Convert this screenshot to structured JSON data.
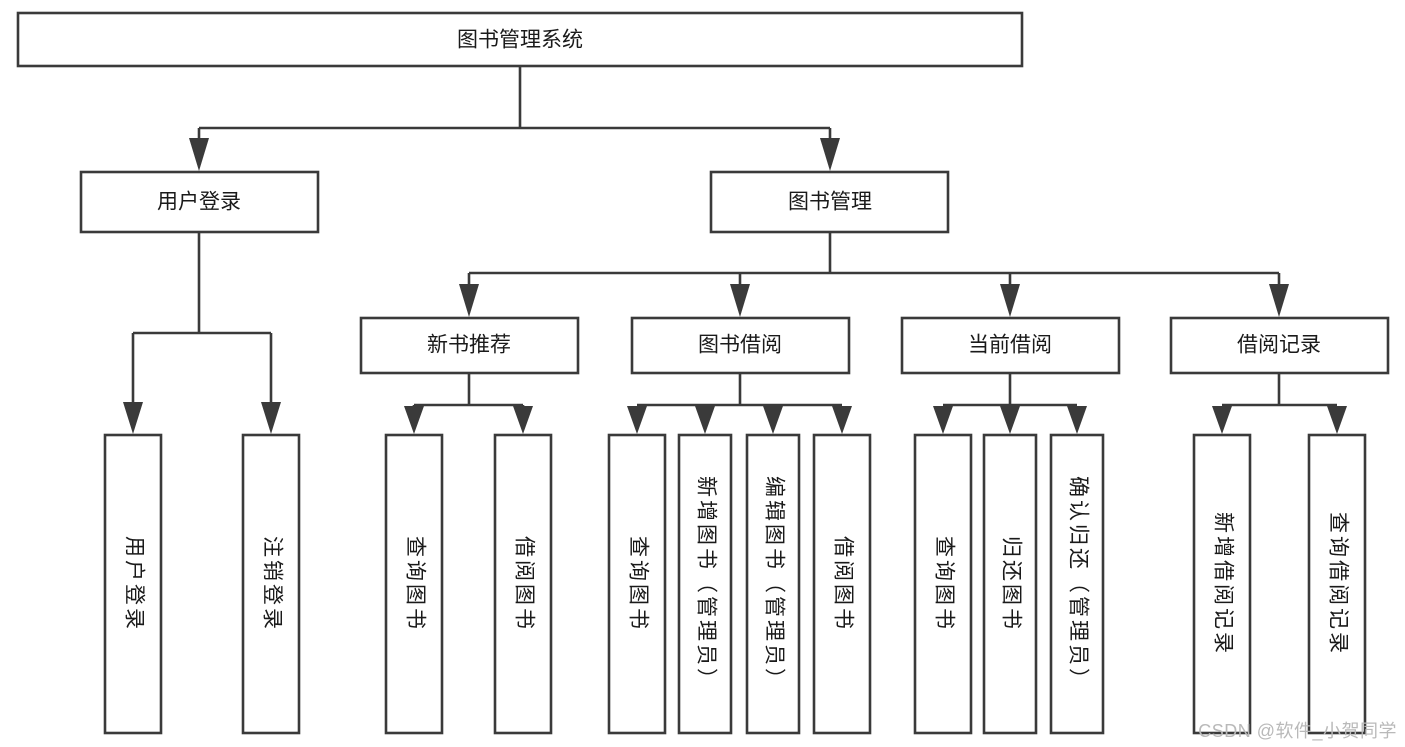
{
  "diagram": {
    "title": "图书管理系统",
    "type": "tree-hierarchy-chart",
    "colors": {
      "box_stroke": "#3a3a3a",
      "box_fill": "#ffffff",
      "text": "#1a1a1a",
      "background": "#ffffff",
      "watermark": "#b9b9b9"
    },
    "root": {
      "label": "图书管理系统"
    },
    "level2": [
      {
        "id": "user-login",
        "label": "用户登录"
      },
      {
        "id": "book-management",
        "label": "图书管理"
      }
    ],
    "level3": [
      {
        "id": "new-book-recommend",
        "label": "新书推荐",
        "parent": "book-management"
      },
      {
        "id": "book-borrow",
        "label": "图书借阅",
        "parent": "book-management"
      },
      {
        "id": "current-borrow",
        "label": "当前借阅",
        "parent": "book-management"
      },
      {
        "id": "borrow-record",
        "label": "借阅记录",
        "parent": "book-management"
      }
    ],
    "leaves": {
      "user-login": [
        {
          "id": "leaf-user-login",
          "label": "用户登录"
        },
        {
          "id": "leaf-logout",
          "label": "注销登录"
        }
      ],
      "new-book-recommend": [
        {
          "id": "leaf-query-book-1",
          "label": "查询图书"
        },
        {
          "id": "leaf-borrow-book-1",
          "label": "借阅图书"
        }
      ],
      "book-borrow": [
        {
          "id": "leaf-query-book-2",
          "label": "查询图书"
        },
        {
          "id": "leaf-add-book",
          "label": "新增图书（管理员）"
        },
        {
          "id": "leaf-edit-book",
          "label": "编辑图书（管理员）"
        },
        {
          "id": "leaf-borrow-book-2",
          "label": "借阅图书"
        }
      ],
      "current-borrow": [
        {
          "id": "leaf-query-book-3",
          "label": "查询图书"
        },
        {
          "id": "leaf-return-book",
          "label": "归还图书"
        },
        {
          "id": "leaf-confirm-return",
          "label": "确认归还（管理员）"
        }
      ],
      "borrow-record": [
        {
          "id": "leaf-add-record",
          "label": "新增借阅记录"
        },
        {
          "id": "leaf-query-record",
          "label": "查询借阅记录"
        }
      ]
    }
  },
  "watermark": {
    "text": "CSDN @软件_小贺同学"
  }
}
